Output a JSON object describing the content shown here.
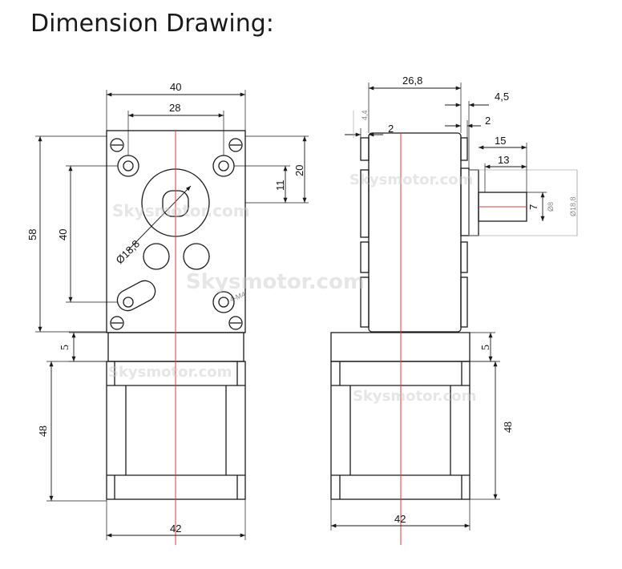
{
  "title": "Dimension Drawing:",
  "watermark": "Skysmotor.com",
  "colors": {
    "outline": "#1a1a1a",
    "axis": "#d43c3c",
    "faint": "#888888"
  },
  "front_view": {
    "width_top": "40",
    "hole_spacing": "28",
    "height_total": "58",
    "hole_vertical": "40",
    "offset_20": "20",
    "offset_11": "11",
    "diameter": "Ø18,8",
    "thread": "4-M4",
    "motor_offset": "5",
    "motor_height": "48",
    "motor_width": "42"
  },
  "side_view": {
    "width_top": "26,8",
    "dim_4_5": "4,5",
    "dim_4_4": "4,4",
    "dim_2_left": "2",
    "dim_2_right": "2",
    "dim_15": "15",
    "dim_13": "13",
    "dim_7": "7",
    "dia_8": "Ø8",
    "dia_18_8": "Ø18,8",
    "motor_offset": "5",
    "motor_height": "48",
    "motor_width": "42"
  }
}
